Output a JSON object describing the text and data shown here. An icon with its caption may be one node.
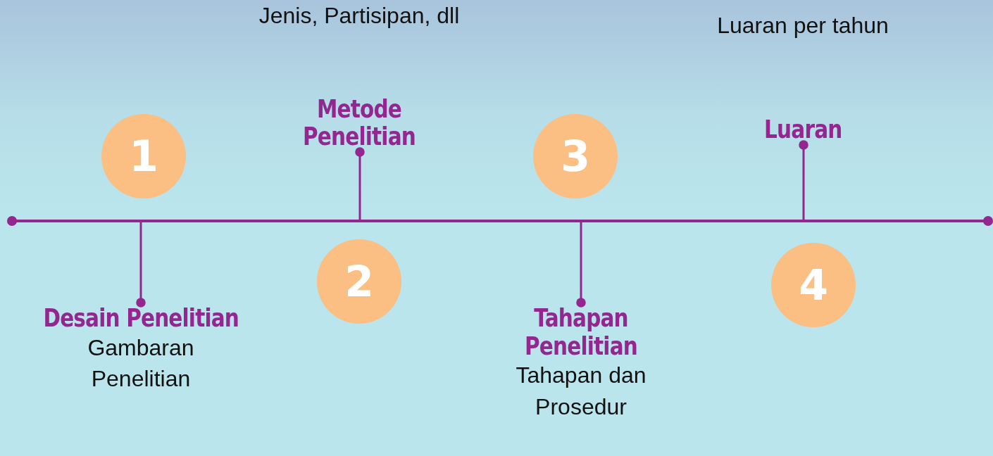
{
  "diagram": {
    "nodes": [
      {
        "text": [
          "1"
        ]
      },
      {
        "text": [
          "Desain Penelitian",
          "Gambaran Penelitian"
        ]
      },
      {
        "text": [
          "2"
        ]
      },
      {
        "text": [
          "Jenis, Partisipan, dll",
          "Metode Penelitian"
        ]
      },
      {
        "text": [
          "3"
        ]
      },
      {
        "text": [
          "Tahapan Penelitian",
          "Tahapan dan Prosedur"
        ]
      },
      {
        "text": [
          "4"
        ]
      },
      {
        "text": [
          "Luaran per tahun",
          "Luaran"
        ]
      },
      {
        "text": [],
        "shape": "bar"
      }
    ],
    "edges": [
      {
        "from": 8,
        "to": 1,
        "arrow": "other"
      },
      {
        "from": 8,
        "to": 3,
        "arrow": "other"
      },
      {
        "from": 8,
        "to": 5,
        "arrow": "other"
      },
      {
        "from": 8,
        "to": 7,
        "arrow": "other"
      }
    ]
  }
}
